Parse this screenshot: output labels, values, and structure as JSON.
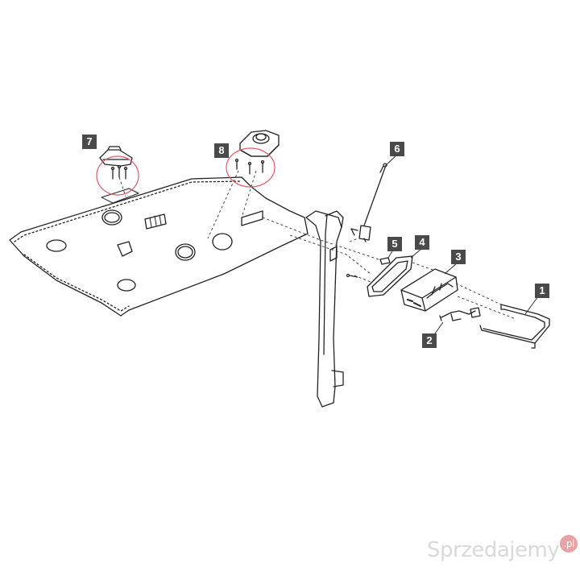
{
  "diagram": {
    "callouts": [
      {
        "id": "callout-1",
        "label": "1"
      },
      {
        "id": "callout-2",
        "label": "2"
      },
      {
        "id": "callout-3",
        "label": "3"
      },
      {
        "id": "callout-4",
        "label": "4"
      },
      {
        "id": "callout-5",
        "label": "5"
      },
      {
        "id": "callout-6",
        "label": "6"
      },
      {
        "id": "callout-7",
        "label": "7"
      },
      {
        "id": "callout-8",
        "label": "8"
      }
    ],
    "highlight_color": "#e05a6a",
    "line_color": "#222222"
  },
  "watermark": {
    "text": "Sprzedajemy",
    "suffix": ".pl"
  }
}
